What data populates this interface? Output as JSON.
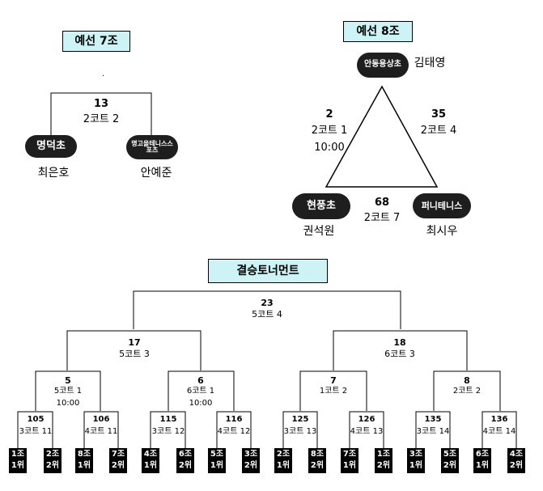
{
  "group7": {
    "title": "예선 7조",
    "dot": ".",
    "match": {
      "number": "13",
      "court": "2코트 2"
    },
    "left": {
      "school": "명덕초",
      "player": "최은호"
    },
    "right": {
      "school": "명고을테니스스포츠",
      "player": "안예준"
    }
  },
  "group8": {
    "title": "예선 8조",
    "top": {
      "school": "안동용상초",
      "player": "김태영"
    },
    "bottom_left": {
      "school": "현풍초",
      "player": "권석원"
    },
    "bottom_right": {
      "school": "퍼니테니스",
      "player": "최시우"
    },
    "left_match": {
      "number": "2",
      "court": "2코트 1",
      "time": "10:00"
    },
    "right_match": {
      "number": "35",
      "court": "2코트 4"
    },
    "bottom_match": {
      "number": "68",
      "court": "2코트 7"
    }
  },
  "finals": {
    "title": "결승토너먼트",
    "final": {
      "number": "23",
      "court": "5코트 4"
    },
    "semis": [
      {
        "number": "17",
        "court": "5코트 3"
      },
      {
        "number": "18",
        "court": "6코트 3"
      }
    ],
    "quarters": [
      {
        "number": "5",
        "court": "5코트 1",
        "time": "10:00"
      },
      {
        "number": "6",
        "court": "6코트 1",
        "time": "10:00"
      },
      {
        "number": "7",
        "court": "1코트 2"
      },
      {
        "number": "8",
        "court": "2코트 2"
      }
    ],
    "round16": [
      {
        "number": "105",
        "court": "3코트 11"
      },
      {
        "number": "106",
        "court": "4코트 11"
      },
      {
        "number": "115",
        "court": "3코트 12"
      },
      {
        "number": "116",
        "court": "4코트 12"
      },
      {
        "number": "125",
        "court": "3코트 13"
      },
      {
        "number": "126",
        "court": "4코트 13"
      },
      {
        "number": "135",
        "court": "3코트 14"
      },
      {
        "number": "136",
        "court": "4코트 14"
      }
    ],
    "seeds": [
      {
        "group": "1조",
        "rank": "1위"
      },
      {
        "group": "2조",
        "rank": "2위"
      },
      {
        "group": "8조",
        "rank": "1위"
      },
      {
        "group": "7조",
        "rank": "2위"
      },
      {
        "group": "4조",
        "rank": "1위"
      },
      {
        "group": "6조",
        "rank": "2위"
      },
      {
        "group": "5조",
        "rank": "1위"
      },
      {
        "group": "3조",
        "rank": "2위"
      },
      {
        "group": "2조",
        "rank": "1위"
      },
      {
        "group": "8조",
        "rank": "2위"
      },
      {
        "group": "7조",
        "rank": "1위"
      },
      {
        "group": "1조",
        "rank": "2위"
      },
      {
        "group": "3조",
        "rank": "1위"
      },
      {
        "group": "5조",
        "rank": "2위"
      },
      {
        "group": "6조",
        "rank": "1위"
      },
      {
        "group": "4조",
        "rank": "2위"
      }
    ]
  }
}
